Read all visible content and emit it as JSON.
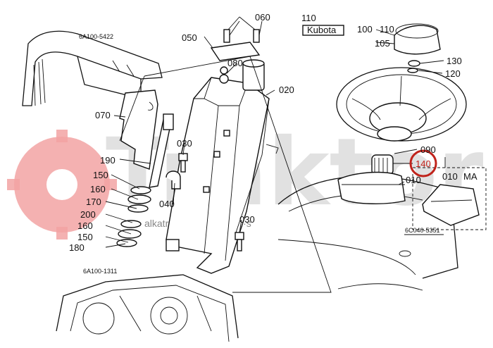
{
  "diagram": {
    "brand_logo": "Kubota",
    "frame_refs": {
      "frame_top": "6A100-5422",
      "frame_bottom": "6A100-1311",
      "dash": "6C040-5351"
    },
    "variant_label": "MA",
    "highlight_color": "#c0231b",
    "watermark": {
      "word": "Traktor",
      "sub": "alkatreszek · agtalenid·s",
      "color": "#e88a8a",
      "logo_icon": "gear-logo-icon"
    },
    "parts": {
      "p060": "060",
      "p050": "050",
      "p080": "080",
      "p070": "070",
      "p020": "020",
      "p110": "110",
      "p100": "100",
      "p105": "105",
      "p130": "130",
      "p120": "120",
      "p090": "090",
      "p140": "140",
      "p010": "010",
      "p010b": "010",
      "p030a": "030",
      "p030b": "030",
      "p040": "040",
      "p190": "190",
      "p150a": "150",
      "p160a": "160",
      "p170": "170",
      "p200": "200",
      "p160b": "160",
      "p150b": "150",
      "p180": "180"
    }
  }
}
